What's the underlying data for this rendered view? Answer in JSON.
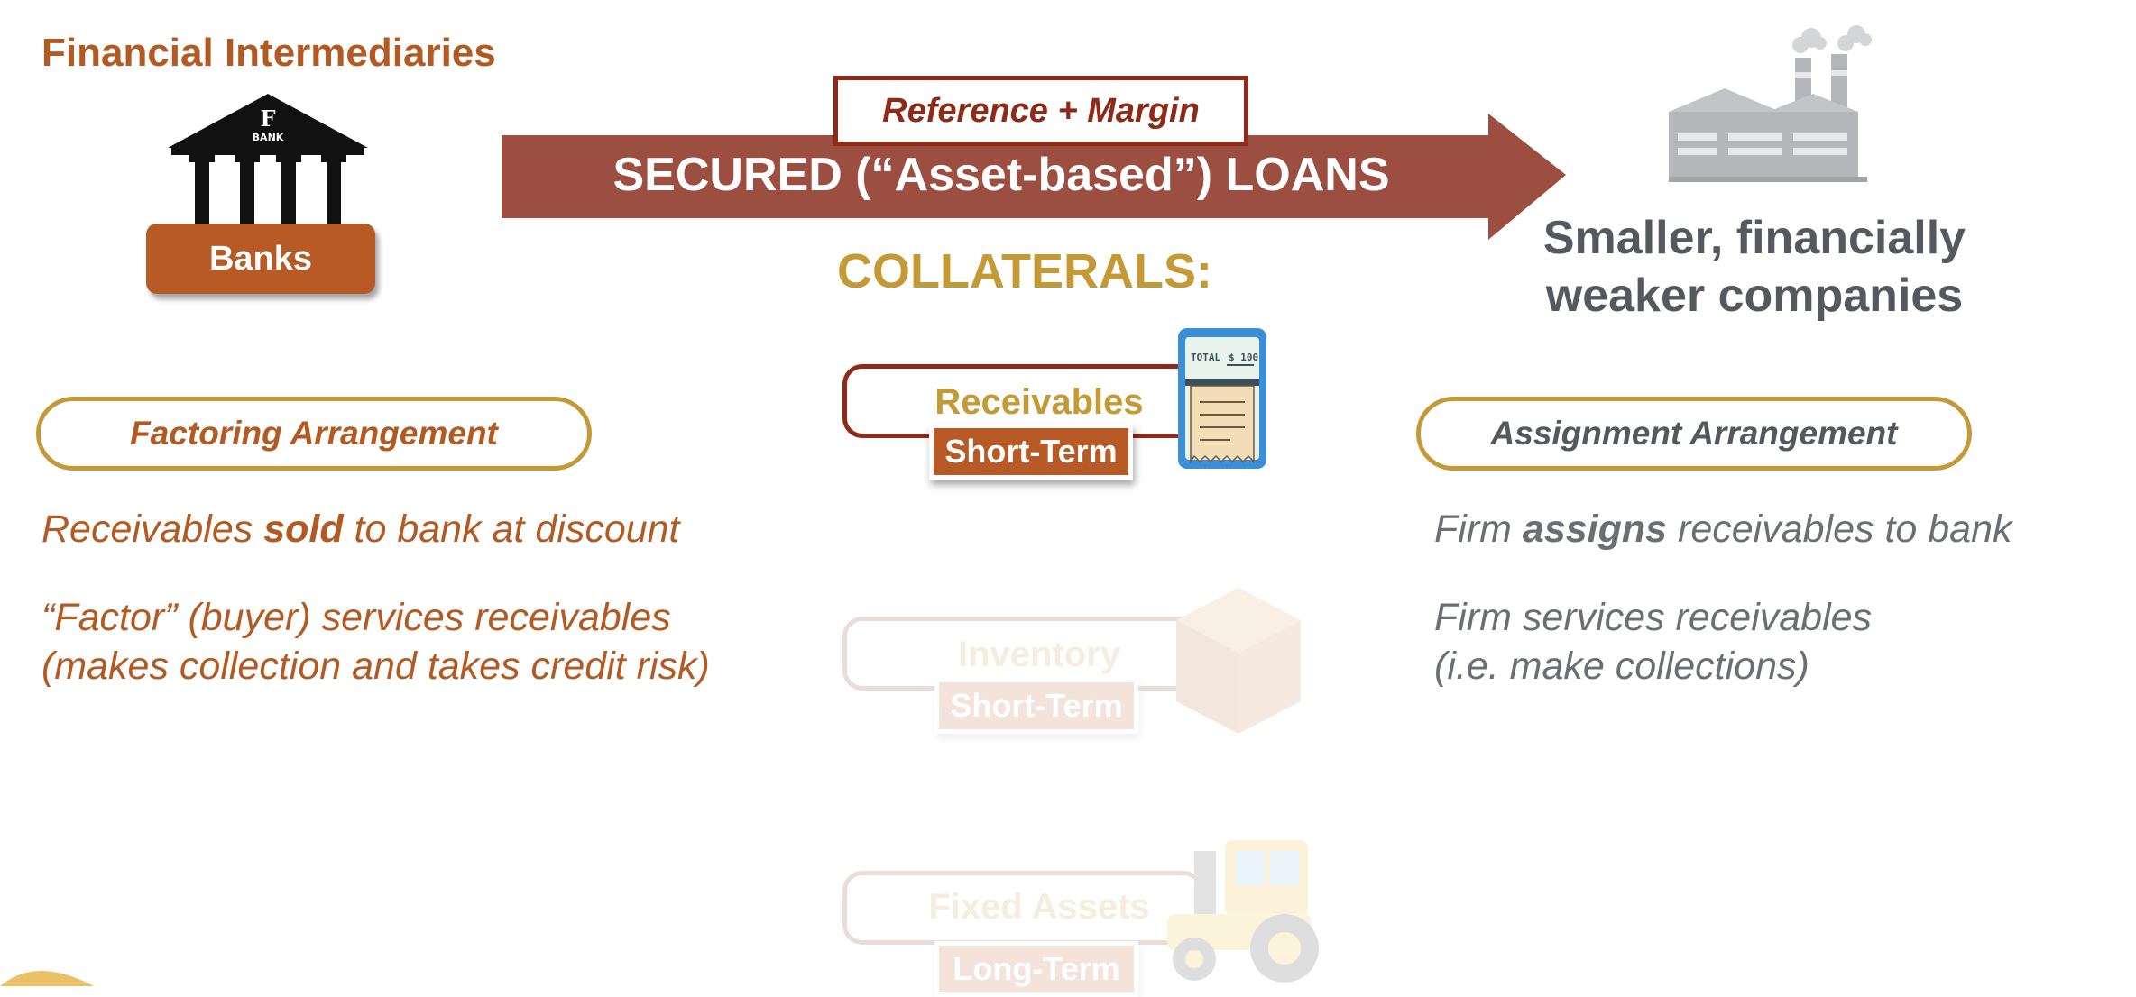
{
  "intermediaries": {
    "title": "Financial Intermediaries",
    "bank_icon_letter": "F",
    "bank_icon_text": "BANK",
    "banks_label": "Banks"
  },
  "loan": {
    "arrow_label": "SECURED (“Asset-based”) LOANS",
    "rate_box": "Reference + Margin",
    "arrow_color": "#9C4E40"
  },
  "borrower": {
    "label_line1": "Smaller, financially",
    "label_line2": "weaker companies",
    "icon": "factory-icon"
  },
  "collaterals": {
    "heading": "COLLATERALS:",
    "items": [
      {
        "label": "Receivables",
        "term": "Short-Term",
        "icon": "receipt-icon",
        "receipt_total_label": "TOTAL",
        "receipt_amount": "$ 100"
      },
      {
        "label": "Inventory",
        "term": "Short-Term",
        "icon": "crate-icon"
      },
      {
        "label": "Fixed Assets",
        "term": "Long-Term",
        "icon": "tractor-icon"
      }
    ]
  },
  "factoring": {
    "title": "Factoring Arrangement",
    "line1_pre": "Receivables ",
    "line1_bold": "sold",
    "line1_post": " to bank at discount",
    "line2a": "“Factor” (buyer) services receivables",
    "line2b": "(makes collection and takes credit risk)"
  },
  "assignment": {
    "title": "Assignment Arrangement",
    "line1_pre": "Firm ",
    "line1_bold": "assigns",
    "line1_post": " receivables to bank",
    "line2a": "Firm services receivables",
    "line2b": "(i.e. make collections)"
  },
  "colors": {
    "orange": "#B35A22",
    "gold": "#C49A36",
    "maroon": "#8E2A17",
    "gray": "#545960"
  }
}
